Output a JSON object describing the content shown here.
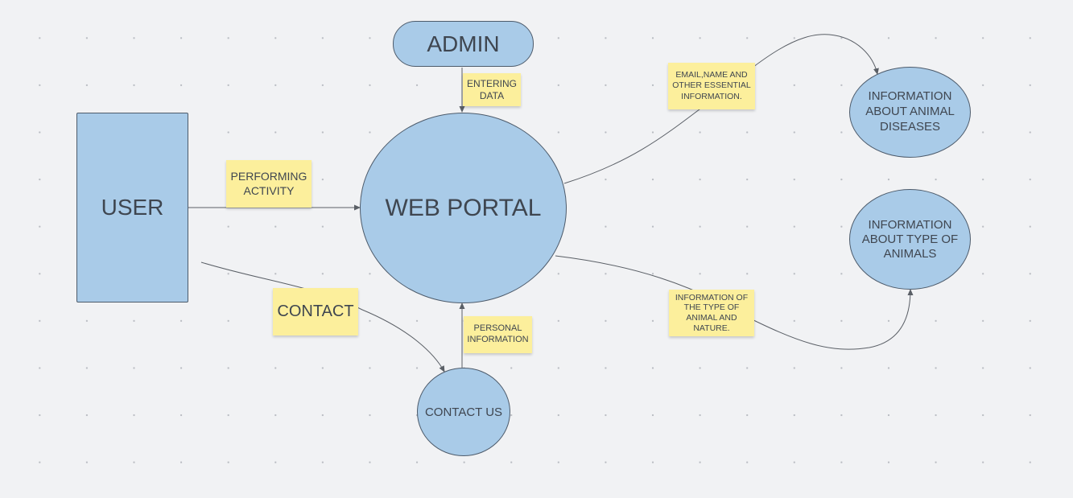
{
  "colors": {
    "background": "#f1f2f4",
    "node_fill": "#a9cbe8",
    "node_border": "#4d5b6b",
    "sticky_note": "#fcef9c",
    "text": "#3f4650",
    "connector": "#5a5f66"
  },
  "nodes": {
    "user": "USER",
    "admin": "ADMIN",
    "web_portal": "WEB PORTAL",
    "contact_us": "CONTACT US",
    "info_diseases": "INFORMATION\nABOUT ANIMAL\nDISEASES",
    "info_types": "INFORMATION\nABOUT TYPE OF\nANIMALS"
  },
  "notes": {
    "performing_activity": "PERFORMING\nACTIVITY",
    "entering_data": "ENTERING\nDATA",
    "contact": "CONTACT",
    "personal_information": "PERSONAL\nINFORMATION",
    "email_name": "EMAIL,NAME AND\nOTHER ESSENTIAL\nINFORMATION.",
    "type_nature": "INFORMATION OF\nTHE TYPE OF\nANIMAL AND\nNATURE."
  }
}
